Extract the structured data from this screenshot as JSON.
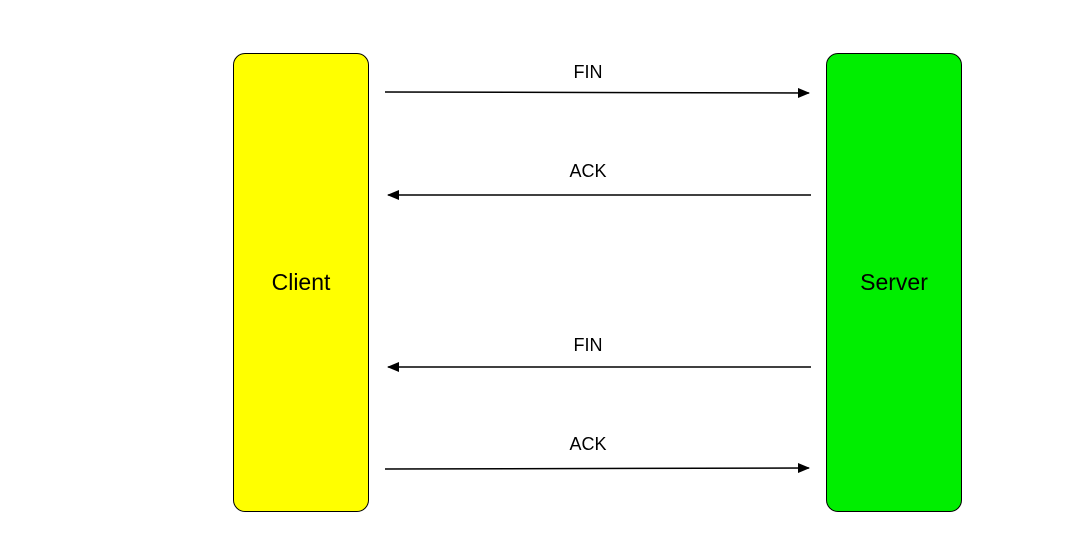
{
  "nodes": {
    "client": {
      "label": "Client",
      "color": "#ffff00"
    },
    "server": {
      "label": "Server",
      "color": "#00ee00"
    }
  },
  "messages": [
    {
      "label": "FIN",
      "direction": "client-to-server"
    },
    {
      "label": "ACK",
      "direction": "server-to-client"
    },
    {
      "label": "FIN",
      "direction": "server-to-client"
    },
    {
      "label": "ACK",
      "direction": "client-to-server"
    }
  ]
}
